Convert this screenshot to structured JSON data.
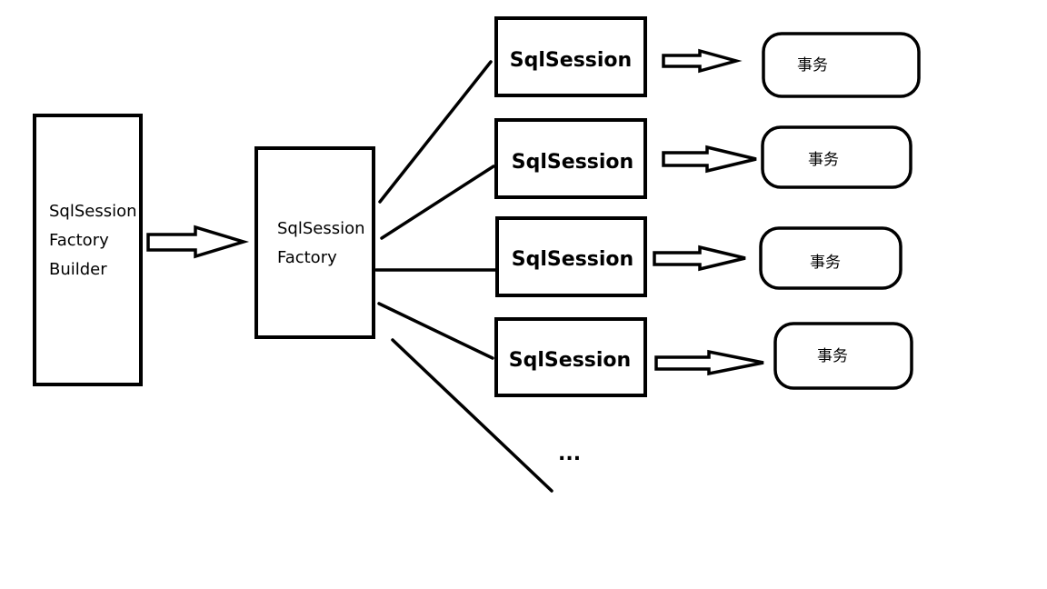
{
  "builder": {
    "line1": "SqlSession",
    "line2": "Factory",
    "line3": "Builder"
  },
  "factory": {
    "line1": "SqlSession",
    "line2": "Factory"
  },
  "sessions": [
    {
      "label": "SqlSession",
      "transaction": "事务"
    },
    {
      "label": "SqlSession",
      "transaction": "事务"
    },
    {
      "label": "SqlSession",
      "transaction": "事务"
    },
    {
      "label": "SqlSession",
      "transaction": "事务"
    }
  ],
  "more": "..."
}
